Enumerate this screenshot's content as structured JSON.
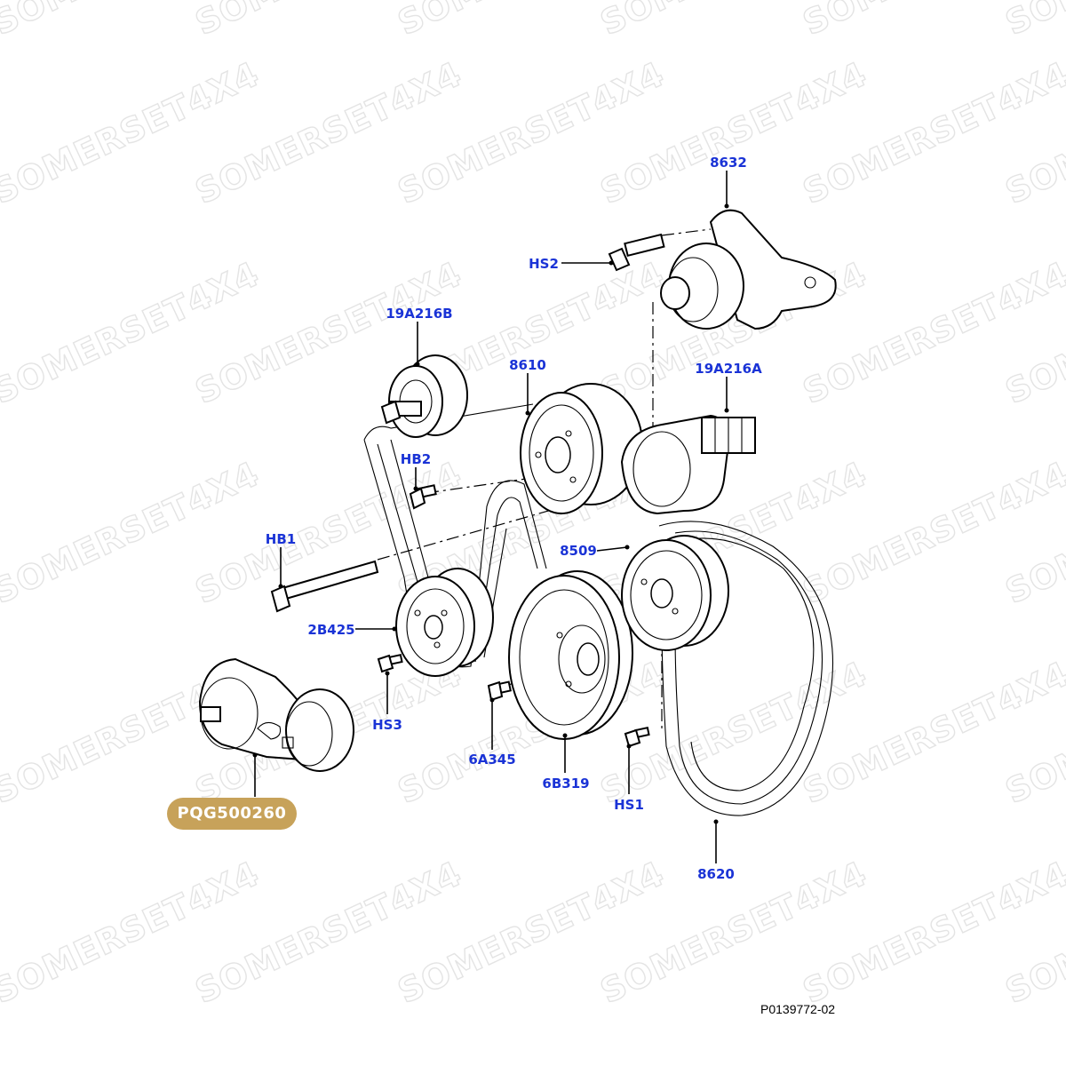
{
  "watermark": {
    "text": "SOMERSET4X4"
  },
  "labels": {
    "p8632": "8632",
    "hs2": "HS2",
    "p19a216b": "19A216B",
    "p8610": "8610",
    "p19a216a": "19A216A",
    "hb2": "HB2",
    "hb1": "HB1",
    "p8509": "8509",
    "p2b425": "2B425",
    "hs3": "HS3",
    "p6a345": "6A345",
    "p6b319": "6B319",
    "hs1": "HS1",
    "p8620": "8620"
  },
  "highlight": {
    "part_number": "PQG500260",
    "color": "#c7a25a"
  },
  "drawing_ref": "P0139772-02",
  "colors": {
    "label": "#1a33d6",
    "line": "#000000",
    "watermark": "#e4e4e4"
  }
}
